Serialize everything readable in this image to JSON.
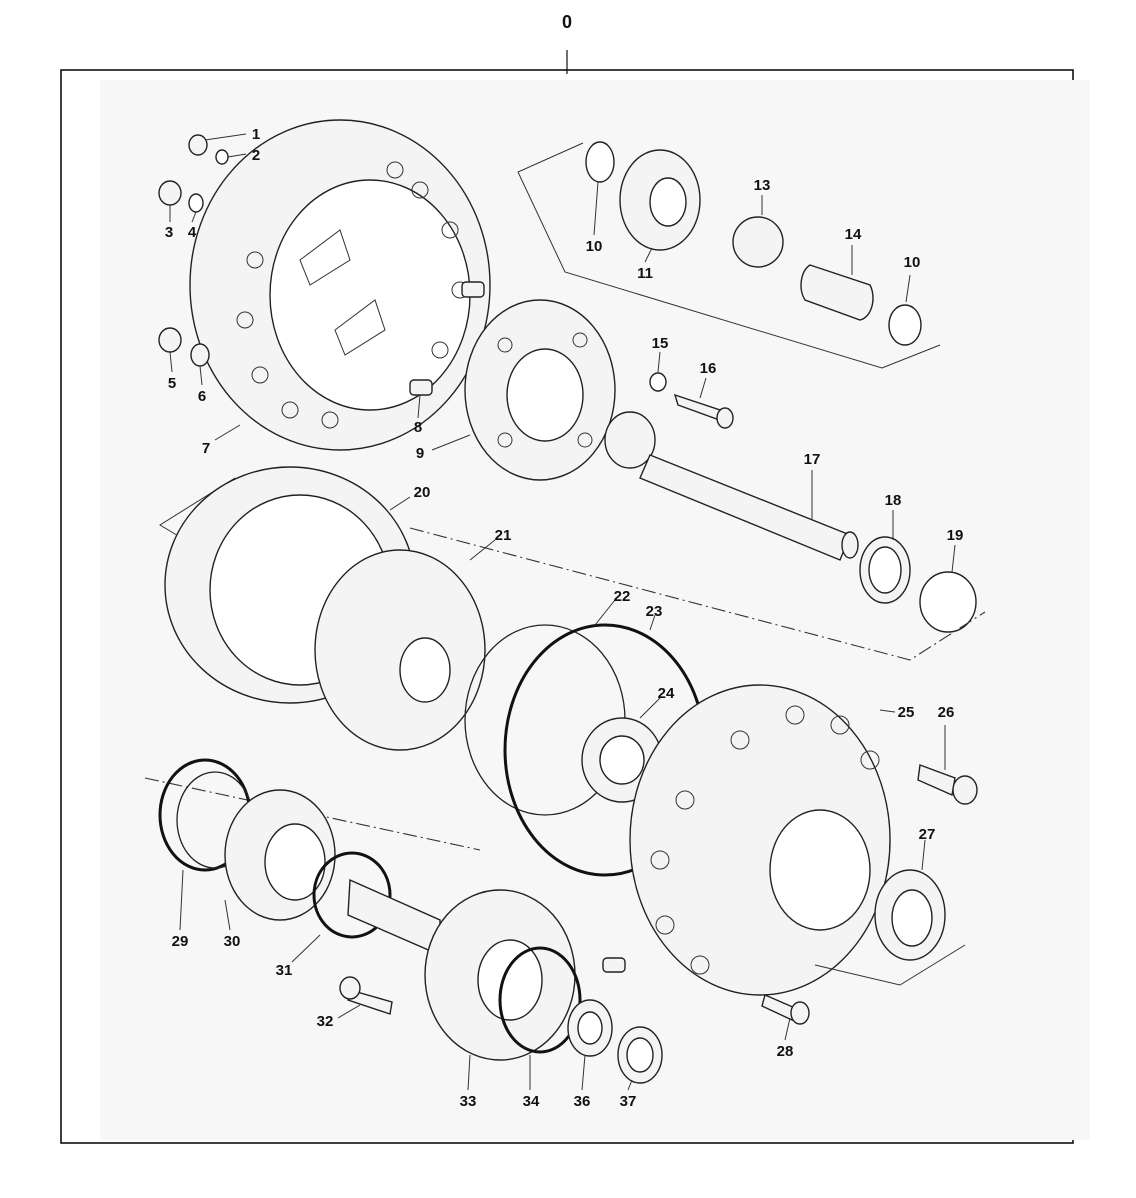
{
  "diagram": {
    "assembly_number": "0",
    "callouts": [
      "1",
      "2",
      "3",
      "4",
      "5",
      "6",
      "7",
      "8",
      "9",
      "10",
      "10",
      "11",
      "13",
      "14",
      "15",
      "16",
      "17",
      "18",
      "19",
      "20",
      "21",
      "22",
      "23",
      "24",
      "25",
      "26",
      "27",
      "28",
      "29",
      "30",
      "31",
      "32",
      "33",
      "34",
      "36",
      "37"
    ]
  }
}
